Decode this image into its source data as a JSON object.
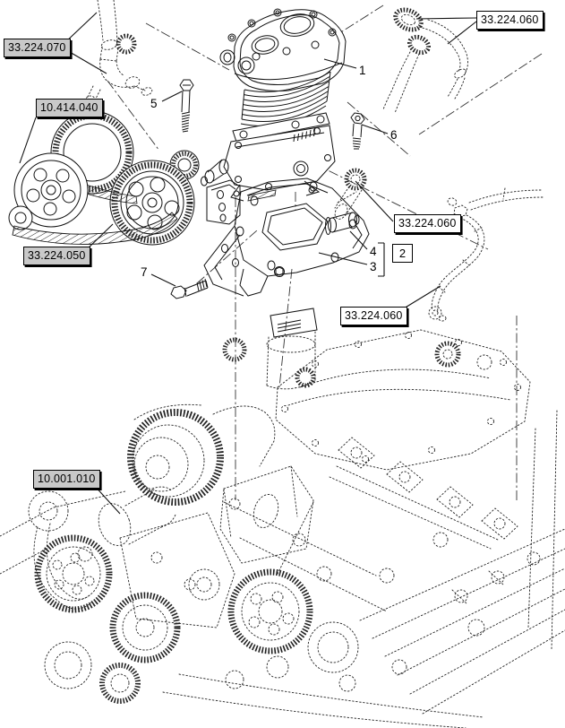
{
  "colors": {
    "line": "#1a1a1a",
    "callout_highlight_bg": "#c9c9c9",
    "callout_bg": "#ffffff"
  },
  "callouts": {
    "c070": {
      "label": "33.224.070",
      "highlighted": true
    },
    "c060_top": {
      "label": "33.224.060",
      "highlighted": false
    },
    "c414": {
      "label": "10.414.040",
      "highlighted": true
    },
    "c050": {
      "label": "33.224.050",
      "highlighted": true
    },
    "c060_mid": {
      "label": "33.224.060",
      "highlighted": false
    },
    "c060_low": {
      "label": "33.224.060",
      "highlighted": false
    },
    "c10001": {
      "label": "10.001.010",
      "highlighted": true
    }
  },
  "part_labels": {
    "p1": {
      "number": "1"
    },
    "p2": {
      "number": "2"
    },
    "p3": {
      "number": "3"
    },
    "p4": {
      "number": "4"
    },
    "p5": {
      "number": "5"
    },
    "p6": {
      "number": "6"
    },
    "p7": {
      "number": "7"
    }
  }
}
